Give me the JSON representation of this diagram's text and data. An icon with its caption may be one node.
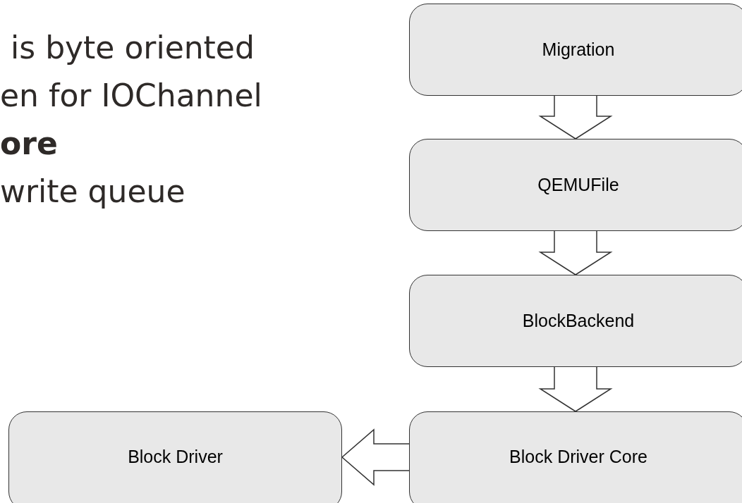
{
  "diagram": {
    "nodes": [
      {
        "text": [
          "Migration"
        ]
      },
      {
        "text": [
          "QEMUFile"
        ]
      },
      {
        "text": [
          "BlockBackend"
        ]
      },
      {
        "text": [
          "Block Driver Core"
        ]
      },
      {
        "text": [
          "Block Driver"
        ]
      }
    ],
    "edges": [
      {
        "from": 0,
        "to": 1,
        "arrow": "to"
      },
      {
        "from": 1,
        "to": 2,
        "arrow": "to"
      },
      {
        "from": 2,
        "to": 3,
        "arrow": "to"
      },
      {
        "from": 3,
        "to": 4,
        "arrow": "to"
      }
    ],
    "labels": [
      "is byte oriented",
      "en for IOChannel",
      "**ore**",
      "write queue"
    ]
  }
}
